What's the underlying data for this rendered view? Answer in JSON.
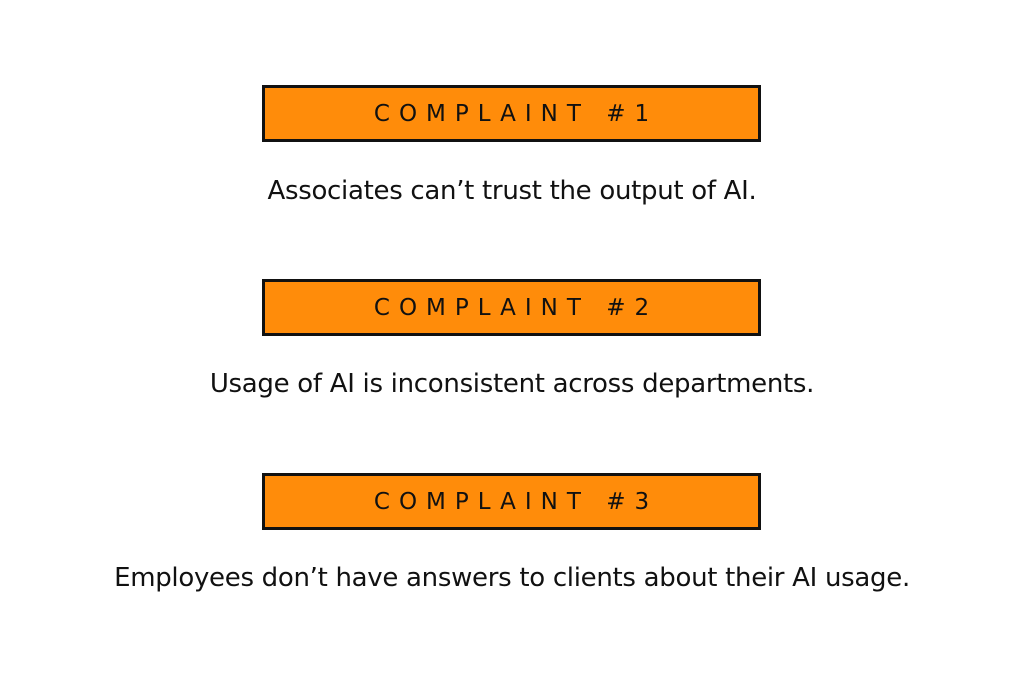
{
  "complaints": [
    {
      "label": "COMPLAINT #1",
      "description": "Associates can’t trust the output of AI."
    },
    {
      "label": "COMPLAINT #2",
      "description": "Usage of AI is inconsistent across departments."
    },
    {
      "label": "COMPLAINT #3",
      "description": "Employees don’t have answers to clients about their AI usage."
    }
  ],
  "colors": {
    "badge_fill": "#FF8C0A",
    "badge_border": "#111111",
    "text": "#111111",
    "background": "#FFFFFF"
  }
}
